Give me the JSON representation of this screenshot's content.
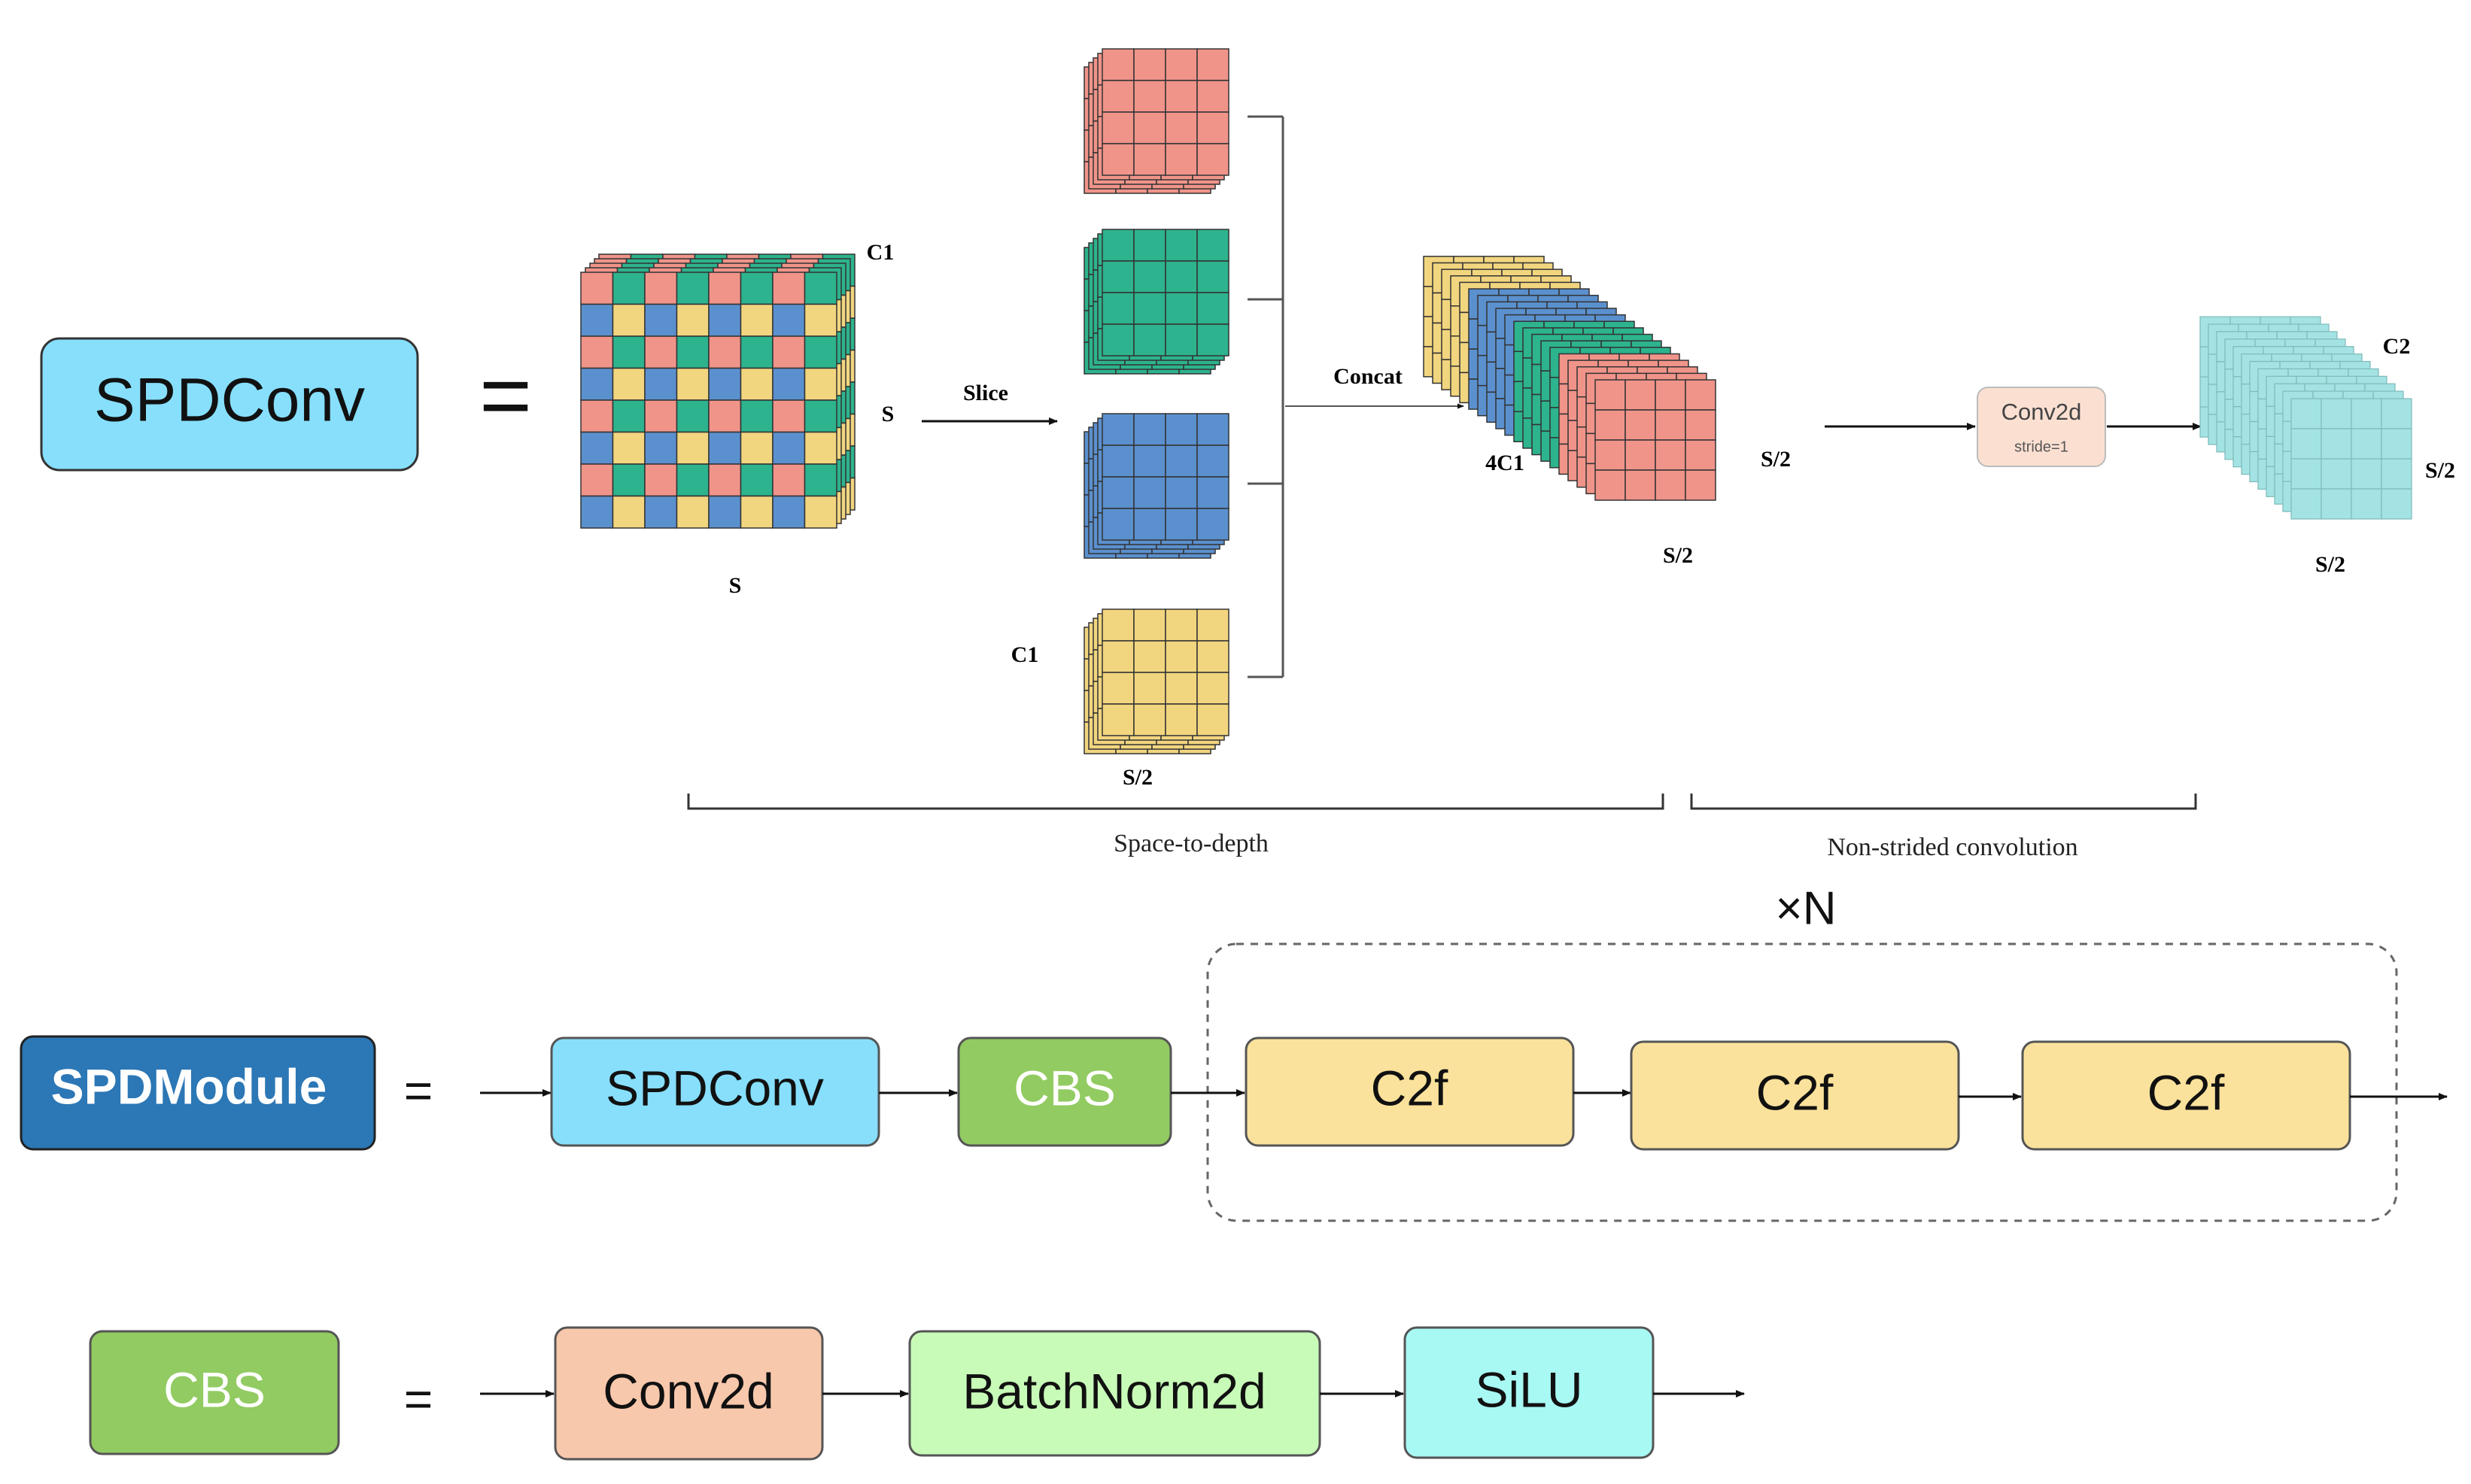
{
  "spdconv_section": {
    "title": "SPDConv",
    "equals": "=",
    "input_channels": "C1",
    "input_height": "S",
    "input_width": "S",
    "slice_label": "Slice",
    "slice_channels": "C1",
    "slice_size": "S/2",
    "concat_label": "Concat",
    "concat_channels": "4C1",
    "concat_height": "S/2",
    "concat_width": "S/2",
    "conv_label": "Conv2d",
    "conv_sub": "stride=1",
    "output_channels": "C2",
    "output_height": "S/2",
    "output_width": "S/2",
    "brace_left": "Space-to-depth",
    "brace_right": "Non-strided convolution"
  },
  "spdmodule_section": {
    "title": "SPDModule",
    "equals": "=",
    "blocks": [
      "SPDConv",
      "CBS",
      "C2f",
      "C2f",
      "C2f"
    ],
    "repeat": "×N"
  },
  "cbs_section": {
    "title": "CBS",
    "equals": "=",
    "blocks": [
      "Conv2d",
      "BatchNorm2d",
      "SiLU"
    ]
  },
  "colors": {
    "spdconv_blue": "#87DFFC",
    "spdmodule_blue": "#2C77B5",
    "cbs_green": "#92CB62",
    "c2f_yellow": "#FBE29C",
    "conv_peach": "#F8C8AC",
    "bn_green": "#C8FBB8",
    "silu_cyan": "#A8F8F4",
    "red_cell": "#F0948A",
    "green_cell": "#2DB38D",
    "blue_cell": "#5B90CE",
    "yellow_cell": "#F2D57F",
    "teal_cell": "#A3E3E4"
  }
}
